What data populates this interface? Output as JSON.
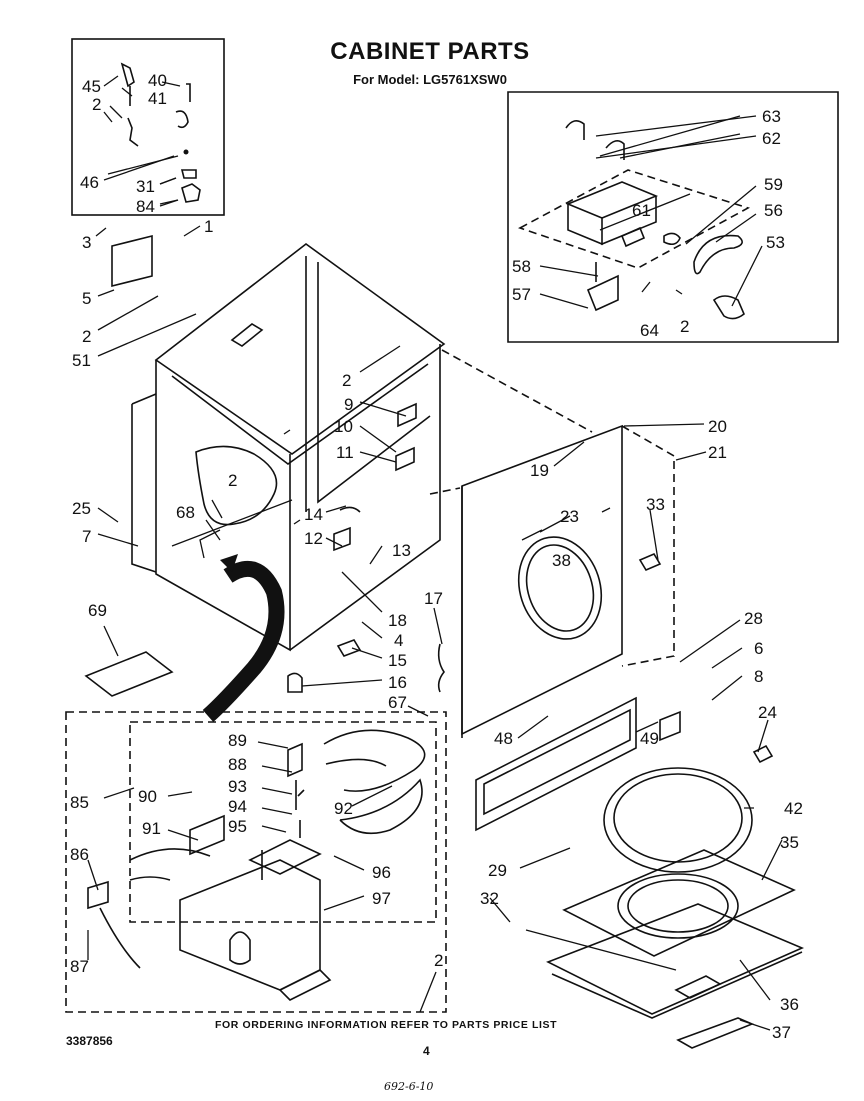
{
  "header": {
    "title": "CABINET PARTS",
    "subtitle": "For Model: LG5761XSW0"
  },
  "footer": {
    "ordering_note": "FOR ORDERING INFORMATION REFER TO PARTS PRICE LIST",
    "doc_number": "3387856",
    "page_number": "4",
    "handwritten_note": "692-6-10"
  },
  "part_labels": {
    "p45": "45",
    "p40": "40",
    "p41": "41",
    "p2a": "2",
    "p46": "46",
    "p31": "31",
    "p84": "84",
    "p3": "3",
    "p1": "1",
    "p5": "5",
    "p2b": "2",
    "p51": "51",
    "p63": "63",
    "p62": "62",
    "p61": "61",
    "p59": "59",
    "p56": "56",
    "p53": "53",
    "p58": "58",
    "p57": "57",
    "p64": "64",
    "p2c": "2",
    "p2d": "2",
    "p9": "9",
    "p10": "10",
    "p11": "11",
    "p25": "25",
    "p7": "7",
    "p2e": "2",
    "p68": "68",
    "p14": "14",
    "p12": "12",
    "p13": "13",
    "p18": "18",
    "p4": "4",
    "p15": "15",
    "p16": "16",
    "p17": "17",
    "p67": "67",
    "p69": "69",
    "p20": "20",
    "p21": "21",
    "p19": "19",
    "p23": "23",
    "p33": "33",
    "p38": "38",
    "p28": "28",
    "p6": "6",
    "p8": "8",
    "p48": "48",
    "p49": "49",
    "p24": "24",
    "p42": "42",
    "p29": "29",
    "p35": "35",
    "p32": "32",
    "p36": "36",
    "p37": "37",
    "p2f": "2",
    "p89": "89",
    "p88": "88",
    "p93": "93",
    "p94": "94",
    "p95": "95",
    "p90": "90",
    "p92": "92",
    "p91": "91",
    "p85": "85",
    "p96": "96",
    "p97": "97",
    "p86": "86",
    "p87": "87"
  }
}
